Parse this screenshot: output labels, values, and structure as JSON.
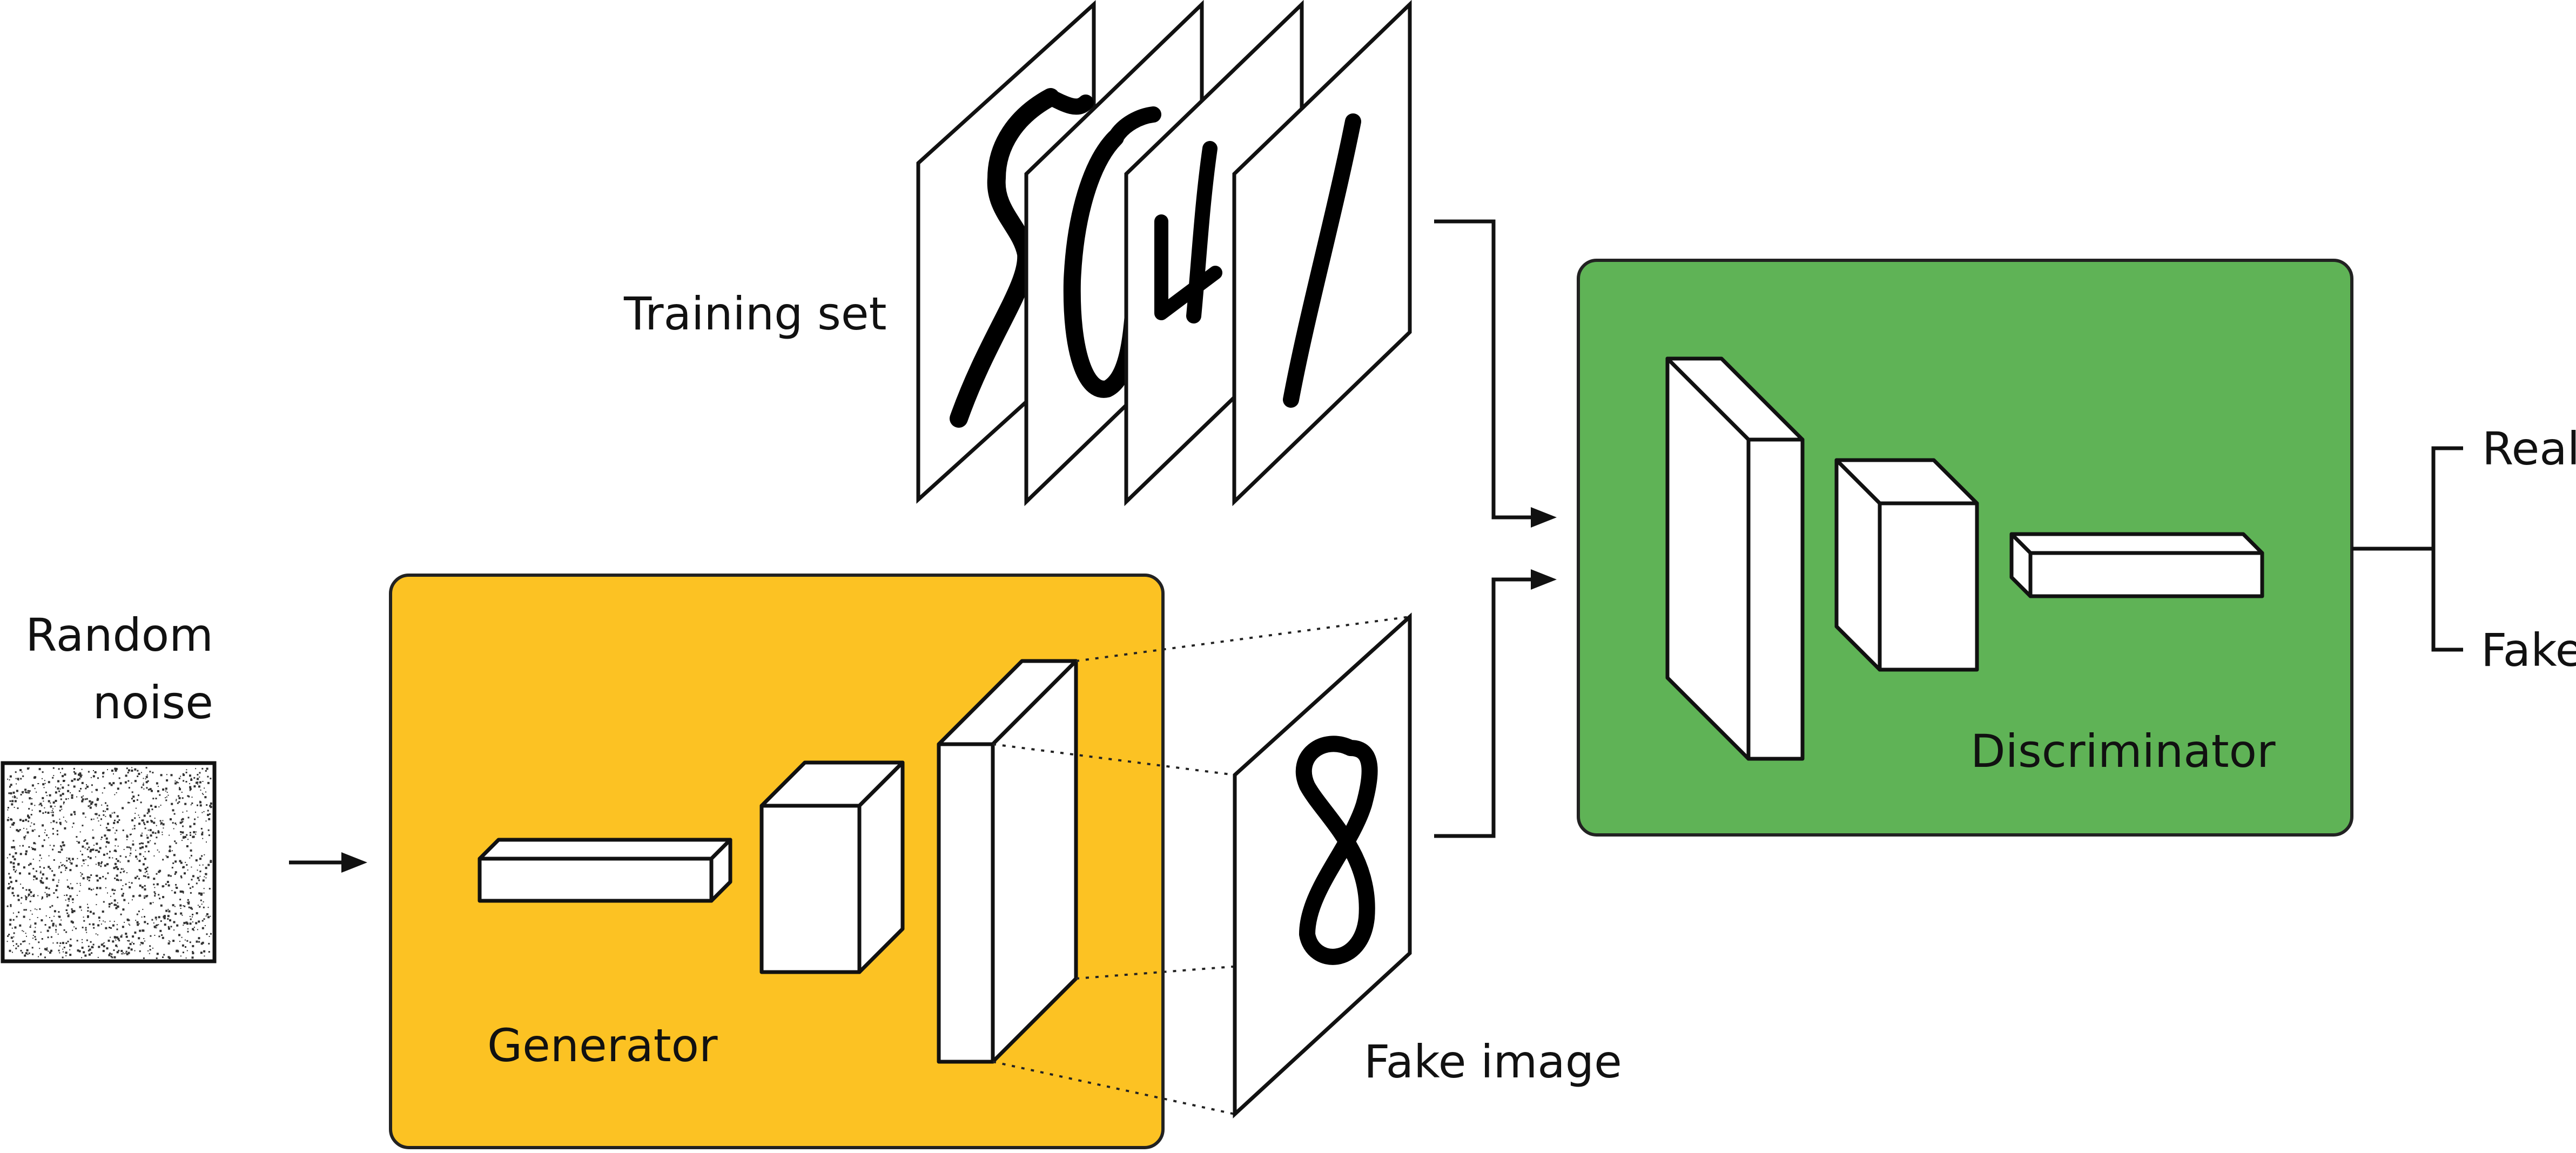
{
  "labels": {
    "random_noise_line1": "Random",
    "random_noise_line2": "noise",
    "training_set": "Training set",
    "generator": "Generator",
    "discriminator": "Discriminator",
    "fake_image": "Fake image",
    "real": "Real",
    "fake": "Fake"
  },
  "colors": {
    "generator_fill": "#FCC223",
    "discriminator_fill": "#5FB356",
    "stroke": "#111111",
    "background": "#FFFFFF"
  },
  "training_digits": [
    "5",
    "0",
    "4",
    "1"
  ],
  "fake_digit": "8"
}
